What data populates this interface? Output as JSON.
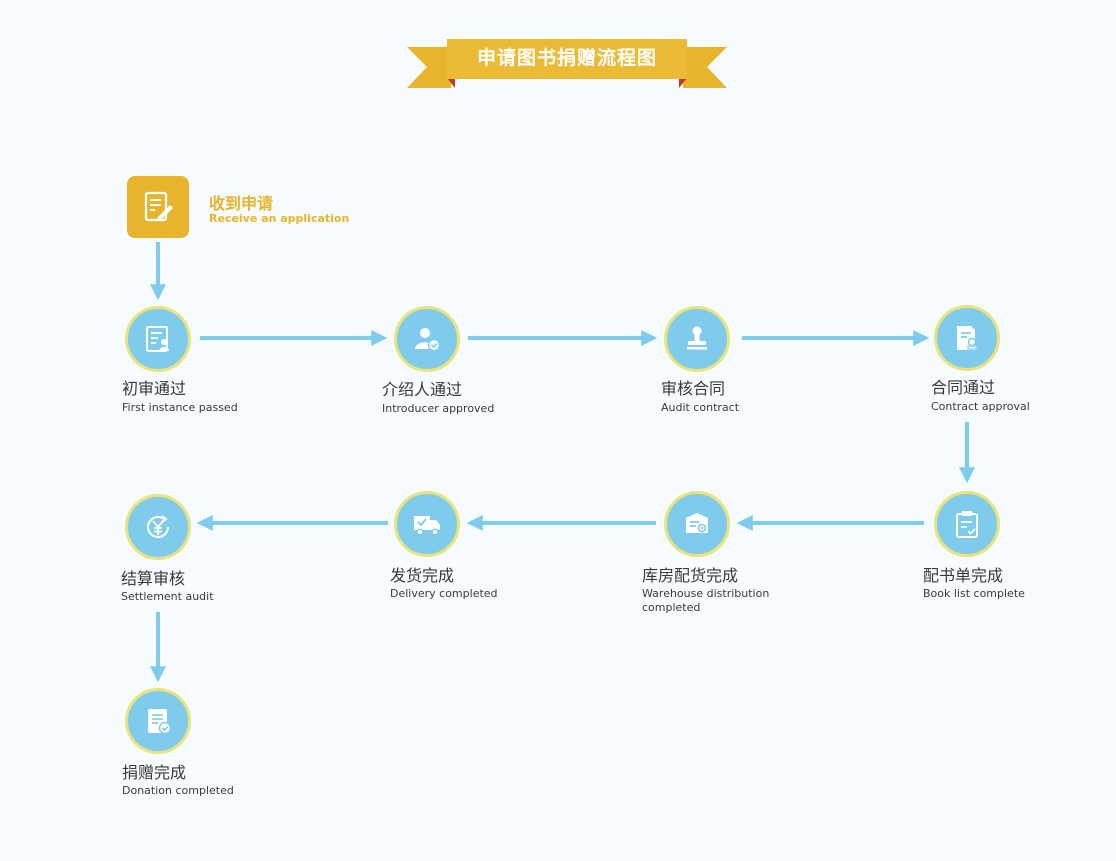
{
  "banner": {
    "title": "申请图书捐赠流程图",
    "fill_color": "#e8b42e",
    "shadow_color": "#c0392b"
  },
  "start": {
    "title": "收到申请",
    "subtitle": "Receive an application",
    "icon": "application-form-icon",
    "color": "#e8b42e"
  },
  "steps": [
    {
      "title": "初审通过",
      "subtitle": "First instance passed",
      "icon": "id-card-icon"
    },
    {
      "title": "介绍人通过",
      "subtitle": "Introducer approved",
      "icon": "user-check-icon"
    },
    {
      "title": "审核合同",
      "subtitle": "Audit contract",
      "icon": "stamp-icon"
    },
    {
      "title": "合同通过",
      "subtitle": "Contract approval",
      "icon": "contract-seal-icon"
    },
    {
      "title": "配书单完成",
      "subtitle": "Book list complete",
      "icon": "clipboard-check-icon"
    },
    {
      "title": "库房配货完成",
      "subtitle": "Warehouse distribution completed",
      "icon": "package-box-icon"
    },
    {
      "title": "发货完成",
      "subtitle": "Delivery completed",
      "icon": "delivery-truck-icon"
    },
    {
      "title": "结算审核",
      "subtitle": "Settlement audit",
      "icon": "yuan-cycle-icon"
    },
    {
      "title": "捐赠完成",
      "subtitle": "Donation completed",
      "icon": "certificate-check-icon"
    }
  ],
  "colors": {
    "node_fill": "#7fcbec",
    "node_ring": "#e9e27d",
    "connector": "#7fcbec",
    "text": "#3a3a3a",
    "background": "#f6fcfd"
  }
}
